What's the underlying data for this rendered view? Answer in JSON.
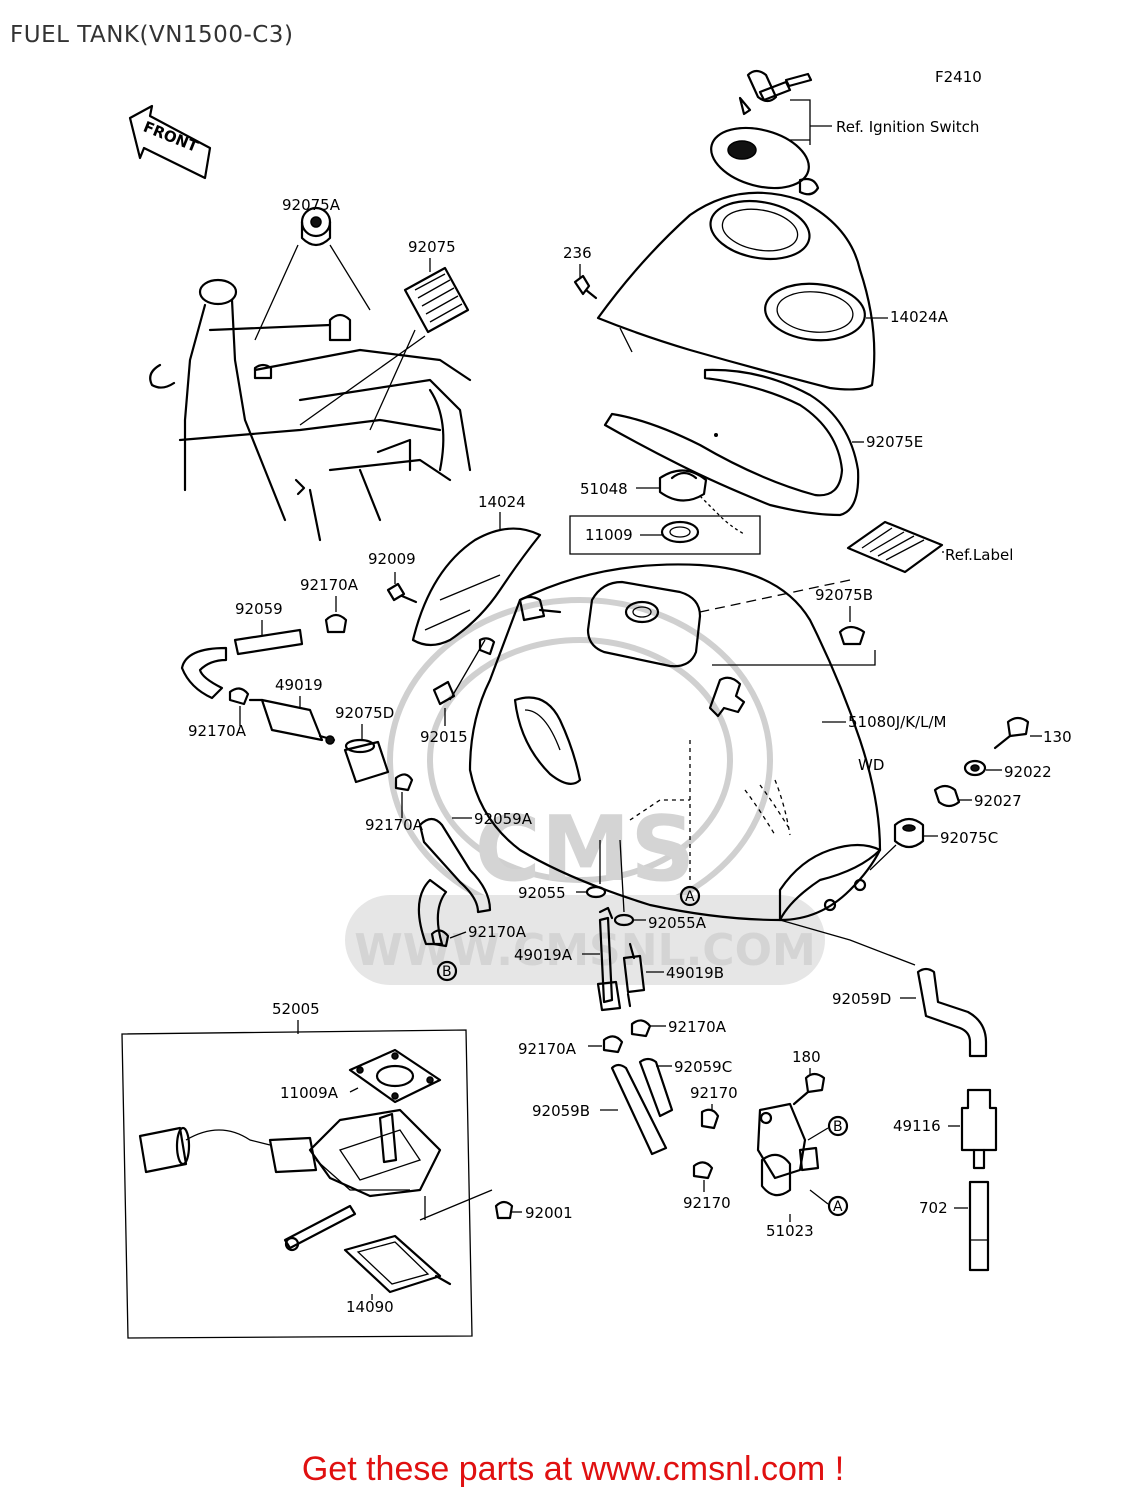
{
  "title": "FUEL TANK(VN1500-C3)",
  "figure_code": "F2410",
  "front_arrow": "FRONT",
  "watermark": {
    "logo_text": "CMS",
    "url": "WWW.CMSNL.COM"
  },
  "footer": "Get these parts at www.cmsnl.com !",
  "refs": {
    "ignition": "Ref. Ignition Switch",
    "label": "Ref.Label"
  },
  "model_codes": {
    "tank": "51080J/K/L/M",
    "region": "WD"
  },
  "markers": {
    "a": "A",
    "b": "B"
  },
  "parts": {
    "p92075A": "92075A",
    "p92075": "92075",
    "p236": "236",
    "p14024A": "14024A",
    "p92075E": "92075E",
    "p51048": "51048",
    "p11009": "11009",
    "p14024": "14024",
    "p92009": "92009",
    "p92170A_1": "92170A",
    "p92059": "92059",
    "p49019": "49019",
    "p92170A_2": "92170A",
    "p92075D": "92075D",
    "p92015": "92015",
    "p92075B": "92075B",
    "p130": "130",
    "p92022": "92022",
    "p92027": "92027",
    "p92075C": "92075C",
    "p92170A_3": "92170A",
    "p92059A": "92059A",
    "p92055": "92055",
    "p92055A": "92055A",
    "p92170A_4": "92170A",
    "p49019A": "49019A",
    "p49019B": "49019B",
    "p92059D": "92059D",
    "p52005": "52005",
    "p11009A": "11009A",
    "p92170A_5": "92170A",
    "p92170A_6": "92170A",
    "p92059C": "92059C",
    "p180": "180",
    "p92170_1": "92170",
    "p92059B": "92059B",
    "p49116": "49116",
    "p92001": "92001",
    "p92170_2": "92170",
    "p51023": "51023",
    "p702": "702",
    "p14090": "14090"
  },
  "colors": {
    "footer": "#e01010",
    "ink": "#000000",
    "watermark": "#d0d0d0"
  }
}
